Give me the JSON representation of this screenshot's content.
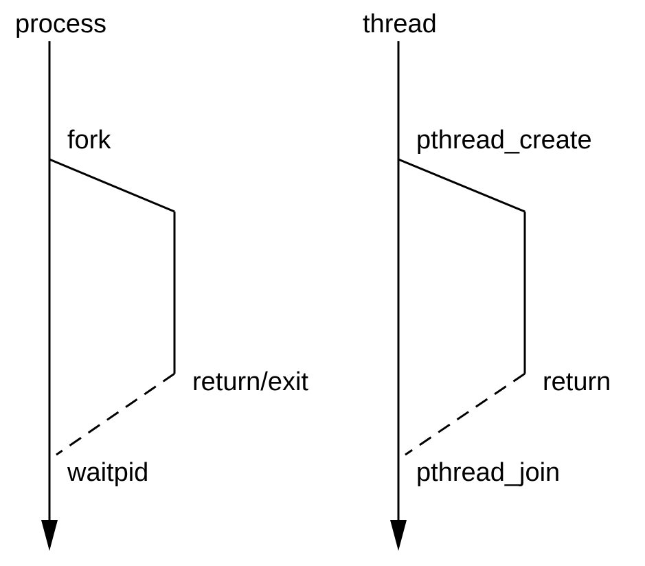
{
  "process_panel": {
    "header": "process",
    "start_call": "fork",
    "end_call": "return/exit",
    "wait_call": "waitpid"
  },
  "thread_panel": {
    "header": "thread",
    "start_call": "pthread_create",
    "end_call": "return",
    "wait_call": "pthread_join"
  },
  "colors": {
    "ink": "#000000",
    "background": "#ffffff"
  }
}
